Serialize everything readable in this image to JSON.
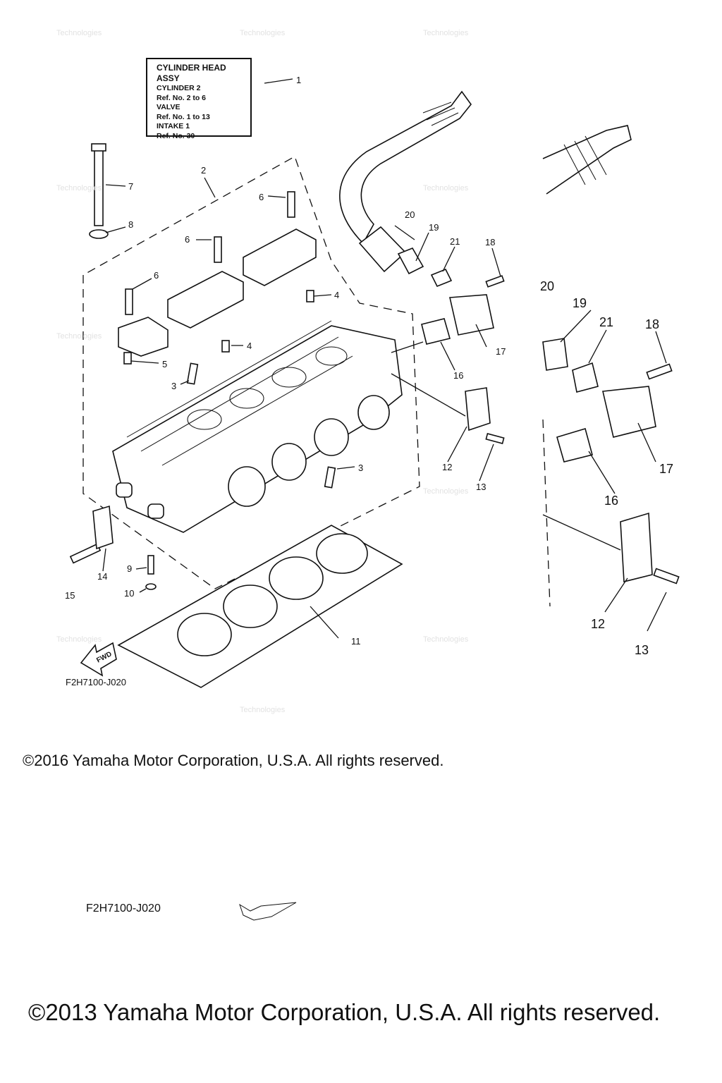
{
  "assy_box": {
    "title": "CYLINDER HEAD ASSY",
    "lines": [
      "CYLINDER 2",
      "Ref. No. 2 to 6",
      "VALVE",
      "Ref. No. 1 to 13",
      "INTAKE 1",
      "Ref. No. 30"
    ]
  },
  "callouts": [
    "1",
    "2",
    "3",
    "3",
    "4",
    "4",
    "5",
    "6",
    "6",
    "6",
    "7",
    "8",
    "9",
    "10",
    "11",
    "12",
    "13",
    "14",
    "15",
    "16",
    "17",
    "18",
    "19",
    "20",
    "21"
  ],
  "detail_callouts": [
    "20",
    "19",
    "21",
    "18",
    "16",
    "17",
    "12",
    "13"
  ],
  "fwd_label": "FWD",
  "diagram_code": "F2H7100-J020",
  "diagram_code_2": "F2H7100-J020",
  "copyright_1": "©2016 Yamaha Motor Corporation, U.S.A. All rights reserved.",
  "copyright_2": "©2013 Yamaha Motor Corporation, U.S.A. All rights reserved."
}
